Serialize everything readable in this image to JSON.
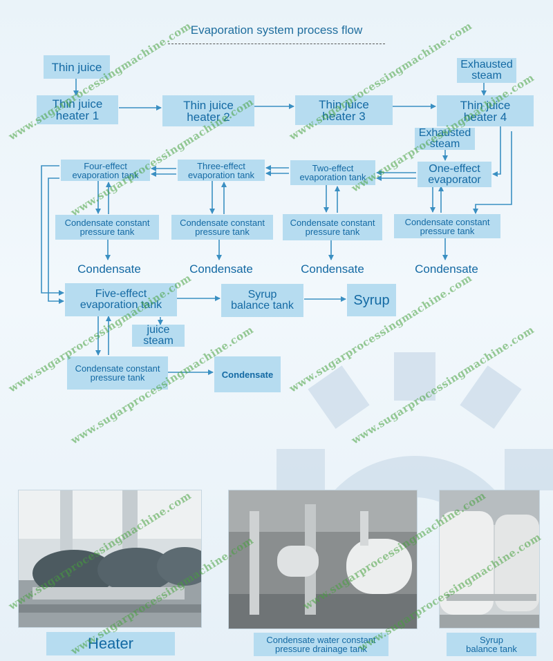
{
  "title": "Evaporation system process flow",
  "nodes": {
    "thin_juice": "Thin juice",
    "heater1": "Thin juice\nheater 1",
    "heater2": "Thin juice\nheater 2",
    "heater3": "Thin juice\nheater 3",
    "heater4": "Thin juice\nheater 4",
    "exhausted_steam_top": "Exhausted\nsteam",
    "exhausted_steam_mid": "Exhausted\nsteam",
    "one_effect": "One-effect\nevaporator",
    "two_effect": "Two-effect\nevaporation tank",
    "three_effect": "Three-effect\nevaporation tank",
    "four_effect": "Four-effect\nevaporation tank",
    "cond_tank_1": "Condensate constant\npressure tank",
    "cond_tank_2": "Condensate constant\npressure tank",
    "cond_tank_3": "Condensate constant\npressure tank",
    "cond_tank_4": "Condensate constant\npressure tank",
    "condensate_1": "Condensate",
    "condensate_2": "Condensate",
    "condensate_3": "Condensate",
    "condensate_4": "Condensate",
    "five_effect": "Five-effect\nevaporation tank",
    "syrup_balance": "Syrup\nbalance tank",
    "syrup": "Syrup",
    "juice_steam": "juice\nsteam",
    "cond_tank_5": "Condensate constant\npressure tank",
    "condensate_5": "Condensate"
  },
  "captions": {
    "heater": "Heater",
    "drain_tank": "Condensate water constant\npressure drainage tank",
    "syrup_tank": "Syrup\nbalance tank"
  },
  "watermark": "www.sugarprocessingmachine.com",
  "colors": {
    "box_fill": "#b6dcf0",
    "text": "#1369a3",
    "arrow": "#3a8fc2",
    "watermark": "#46a03c"
  }
}
